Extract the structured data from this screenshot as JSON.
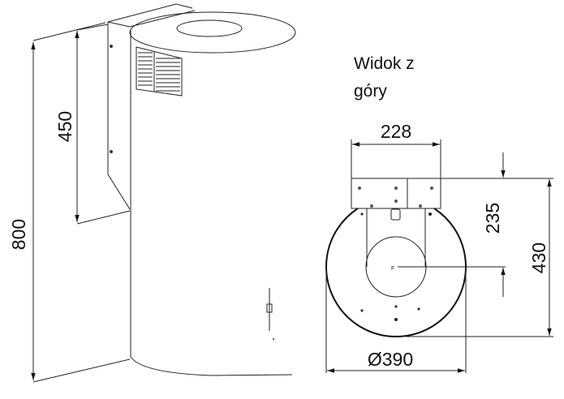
{
  "side_view": {
    "dimensions": {
      "total_height": "800",
      "chimney_height": "450"
    }
  },
  "top_view": {
    "caption_line1": "Widok z",
    "caption_line2": "góry",
    "dimensions": {
      "bracket_width": "228",
      "center_offset": "235",
      "depth": "430",
      "diameter": "Ø390"
    },
    "center_mark": "F"
  }
}
